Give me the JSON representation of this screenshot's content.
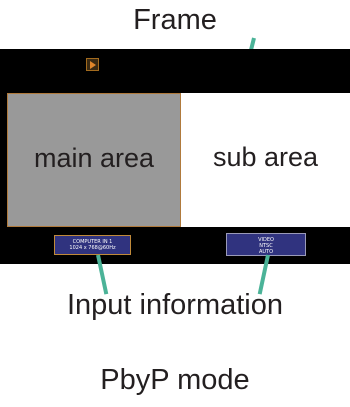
{
  "labels": {
    "frame": "Frame",
    "main_area": "main area",
    "sub_area": "sub area",
    "input_information": "Input information",
    "mode": "PbyP mode"
  },
  "input_info": {
    "left": {
      "line1": "COMPUTER IN 1",
      "line2": "1024 x 768@60Hz"
    },
    "right": {
      "line1": "VIDEO",
      "line2": "NTSC",
      "line3": "AUTO"
    }
  },
  "colors": {
    "screen": "#000000",
    "main_area": "#999999",
    "sub_area": "#ffffff",
    "badge": "#30337f",
    "pointer": "#4bb398",
    "frame_icon_arrow": "#e0862a"
  },
  "icons": {
    "frame_indicator": "play-arrow-icon"
  }
}
